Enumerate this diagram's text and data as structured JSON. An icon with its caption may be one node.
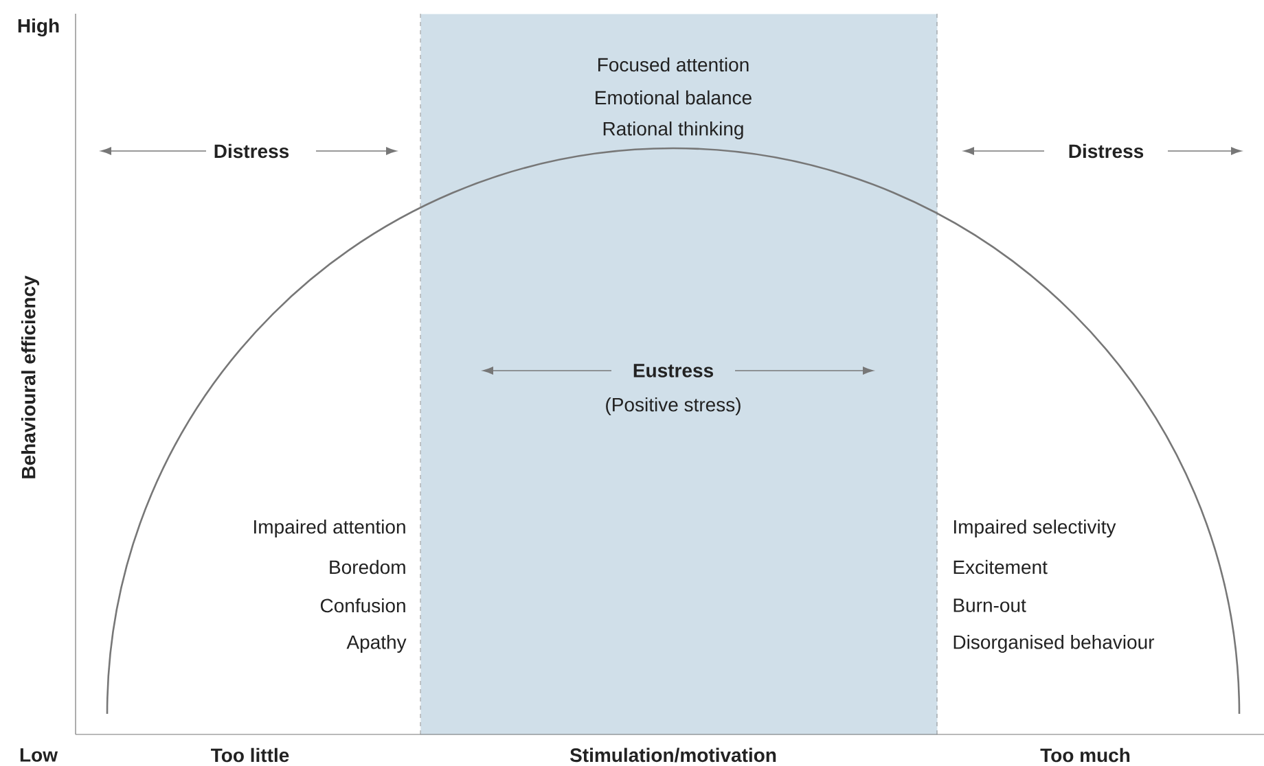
{
  "diagram": {
    "nodes": [
      {
        "text": [
          "Focused attention",
          "Emotional balance",
          "Rational thinking",
          "Eustress",
          "(Positive stress)"
        ]
      }
    ],
    "labels": [
      "High",
      "Behavioural efficiency",
      "Distress",
      "Distress",
      "Impaired attention",
      "Boredom",
      "Confusion",
      "Apathy",
      "Impaired selectivity",
      "Excitement",
      "Burn-out",
      "Disorganised behaviour",
      "Low",
      "Too little",
      "Stimulation/motivation",
      "Too much"
    ]
  }
}
